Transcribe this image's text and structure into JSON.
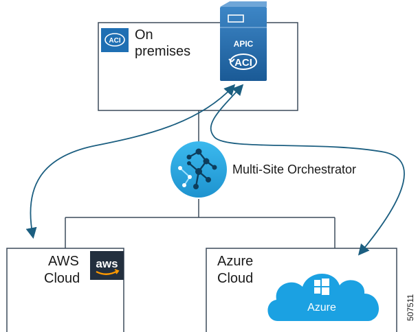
{
  "on_prem": {
    "label_line1": "On",
    "label_line2": "premises",
    "aci_badge": "ACI",
    "apic_label": "APIC",
    "apic_aci": "ACI"
  },
  "orchestrator": {
    "label": "Multi-Site Orchestrator"
  },
  "aws": {
    "label_line1": "AWS",
    "label_line2": "Cloud",
    "logo_text": "aws"
  },
  "azure": {
    "label_line1": "Azure",
    "label_line2": "Cloud",
    "cloud_text": "Azure"
  },
  "figure_id": "507511",
  "colors": {
    "box_stroke": "#3b4a5a",
    "arrow": "#1b5e80",
    "orchestrator": "#2aa6e0",
    "apic_blue": "#1f6fb3",
    "aws_dark": "#232f3e",
    "aws_orange": "#ff9900",
    "azure_cloud": "#1ba1e2"
  },
  "icons": [
    "aci-badge-icon",
    "apic-server-icon",
    "orchestrator-icon",
    "aws-logo-icon",
    "azure-cloud-icon",
    "windows-logo-icon"
  ]
}
